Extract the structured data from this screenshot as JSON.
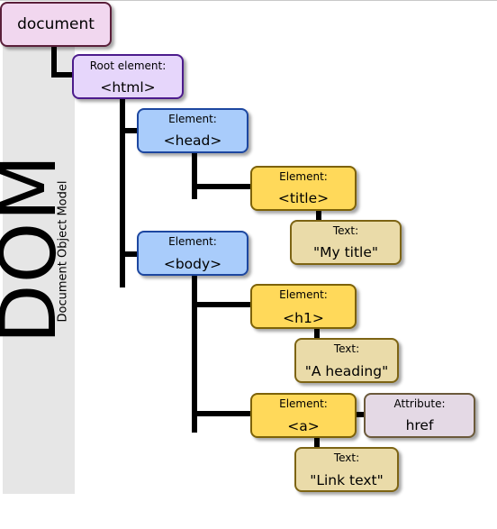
{
  "sidebar": {
    "title": "DOM",
    "subtitle": "Document Object Model"
  },
  "nodes": {
    "document": {
      "tag": "document"
    },
    "html": {
      "caption": "Root element:",
      "tag": "<html>"
    },
    "head": {
      "caption": "Element:",
      "tag": "<head>"
    },
    "title": {
      "caption": "Element:",
      "tag": "<title>"
    },
    "title_text": {
      "caption": "Text:",
      "tag": "\"My title\""
    },
    "body": {
      "caption": "Element:",
      "tag": "<body>"
    },
    "h1": {
      "caption": "Element:",
      "tag": "<h1>"
    },
    "h1_text": {
      "caption": "Text:",
      "tag": "\"A heading\""
    },
    "a": {
      "caption": "Element:",
      "tag": "<a>"
    },
    "a_attr": {
      "caption": "Attribute:",
      "tag": "href"
    },
    "a_text": {
      "caption": "Text:",
      "tag": "\"Link text\""
    }
  },
  "colors": {
    "document_fill": "#f1d7ef",
    "root_fill": "#e6d6fb",
    "element_blue": "#a9ccfb",
    "element_yellow": "#ffd95a",
    "text_tan": "#eadba9",
    "attribute_fill": "#e4d9e5",
    "connector": "#000000"
  }
}
